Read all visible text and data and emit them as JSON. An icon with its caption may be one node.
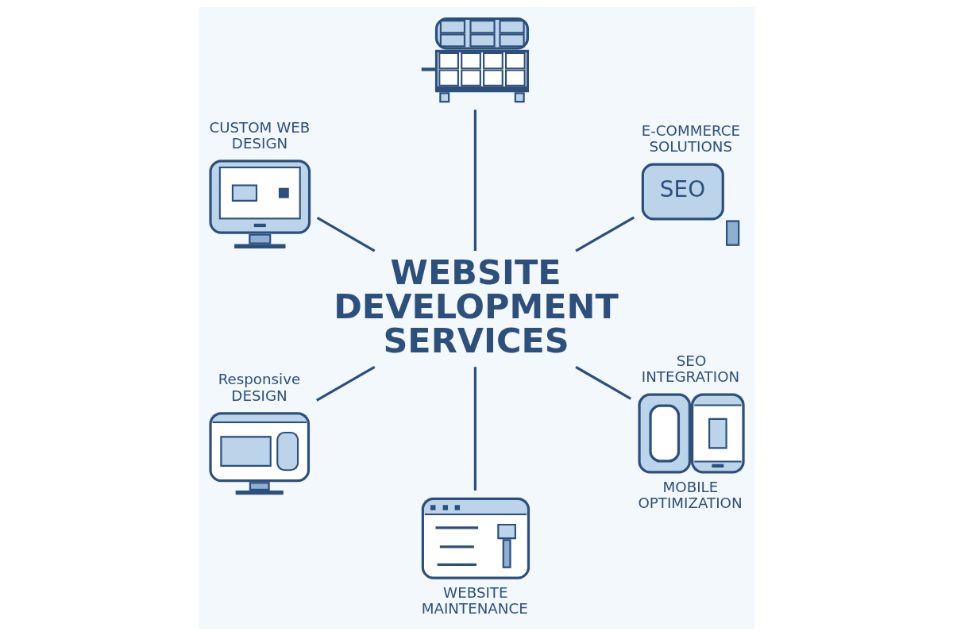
{
  "diagram": {
    "nodes": [
      {
        "text": [],
        "shape": "picture",
        "beside": [
          "CUSTOM WEB DESIGN"
        ]
      },
      {
        "text": [],
        "shape": "picture"
      },
      {
        "text": [
          "SEO"
        ],
        "beside": [
          "E-COMMERCE SOLUTIONS"
        ]
      },
      {
        "text": [
          "WEBSITE DEVELOPMENT SERVICES"
        ]
      },
      {
        "text": [],
        "shape": "picture",
        "beside": [
          "Responsive DESIGN"
        ]
      },
      {
        "text": [],
        "shape": "picture",
        "beside": [
          "SEO INTEGRATION",
          "MOBILE OPTIMIZATION"
        ]
      },
      {
        "text": [],
        "shape": "picture",
        "beside": [
          "WEBSITE MAINTENANCE"
        ]
      }
    ],
    "edges": [
      {
        "from": 3,
        "to": 0,
        "arrow": "none"
      },
      {
        "from": 3,
        "to": 1,
        "arrow": "none"
      },
      {
        "from": 3,
        "to": 2,
        "arrow": "none"
      },
      {
        "from": 3,
        "to": 5,
        "arrow": "none"
      },
      {
        "from": 3,
        "to": 6,
        "arrow": "none"
      },
      {
        "from": 3,
        "to": 4,
        "arrow": "none"
      }
    ]
  }
}
